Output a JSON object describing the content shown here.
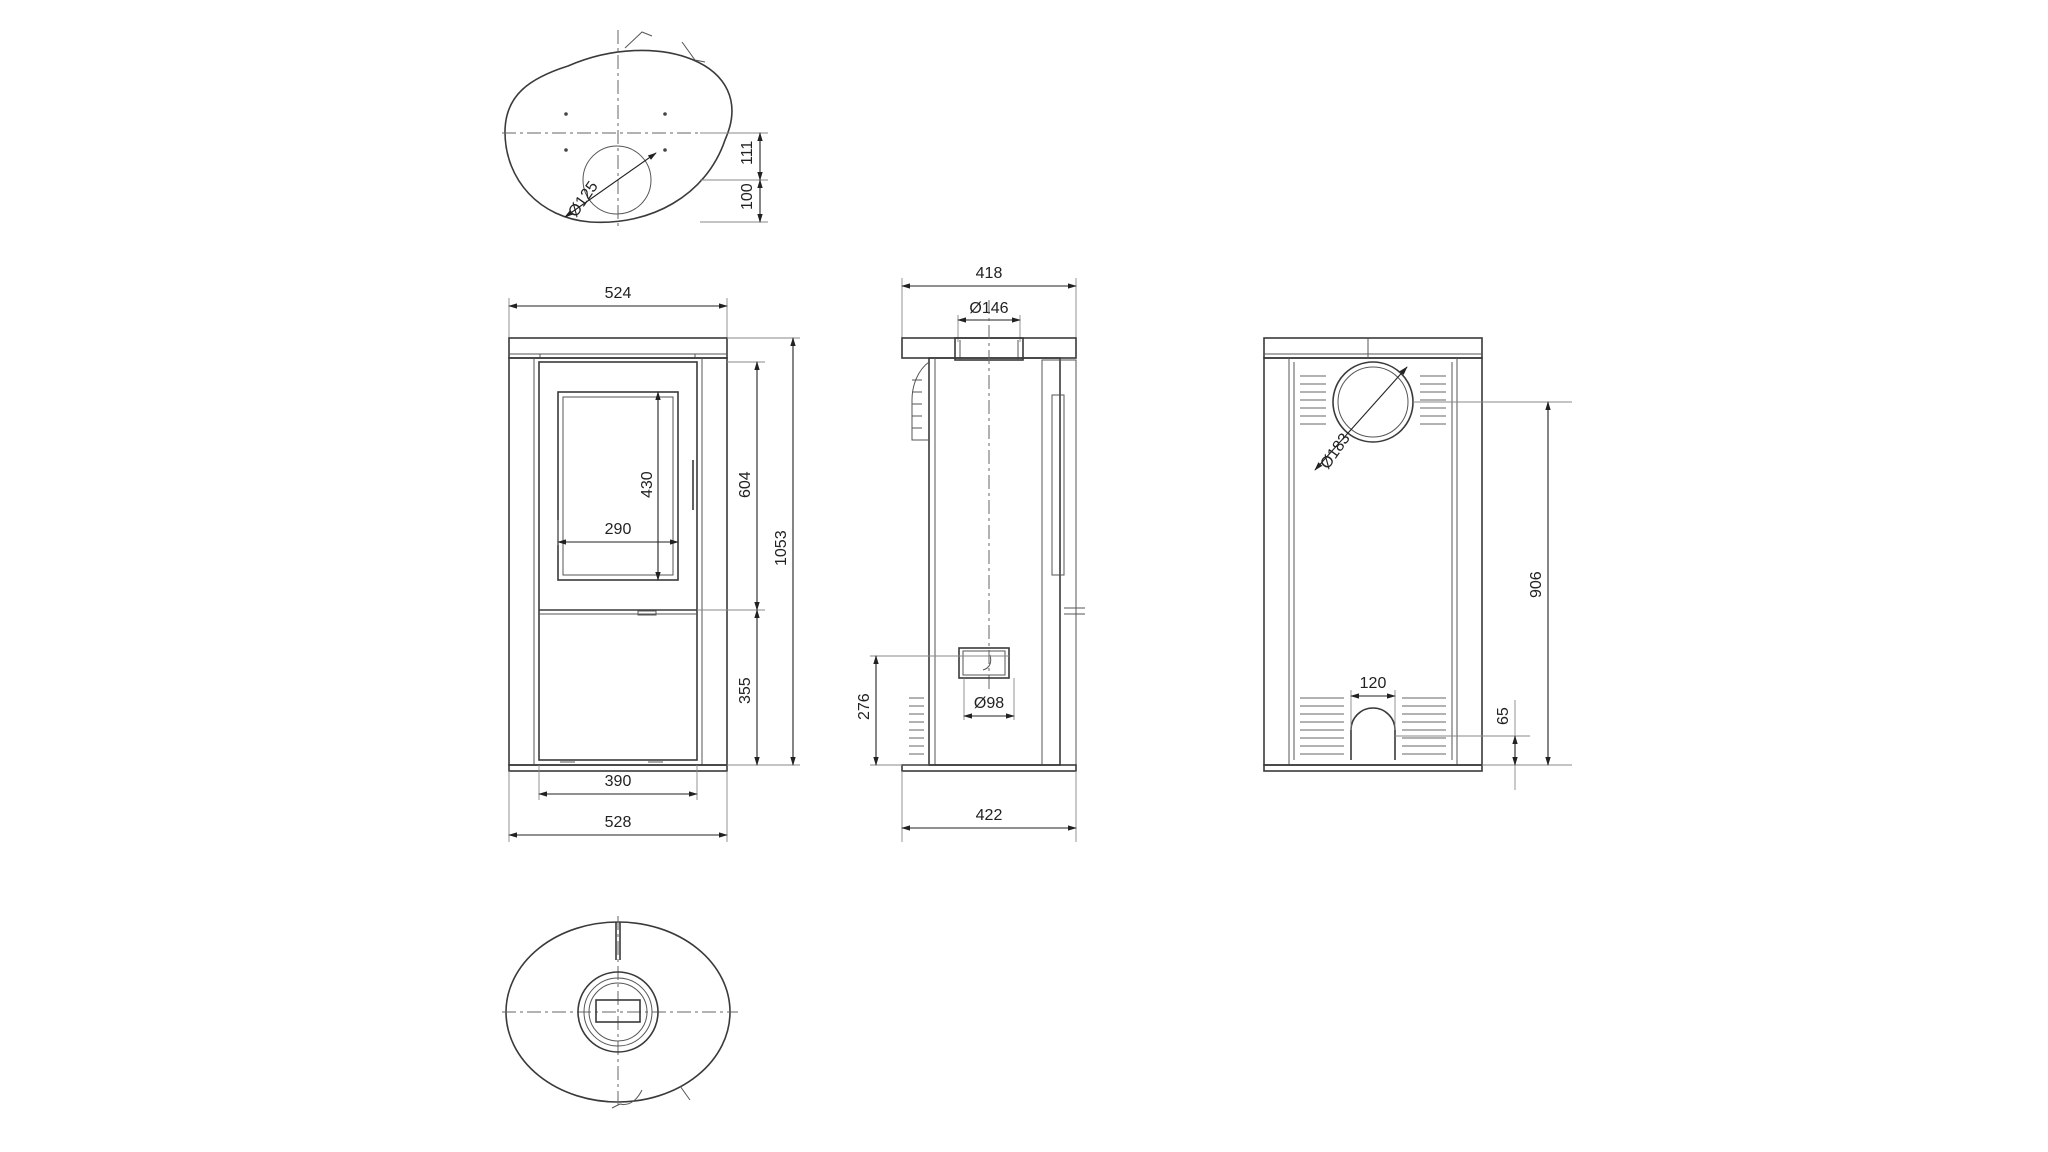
{
  "dimensions": {
    "top_depth_upper": "111",
    "top_depth_lower": "100",
    "top_flue_diameter": "Ø125",
    "front_top_width": "524",
    "front_window_height": "430",
    "front_window_width": "290",
    "front_door_upper_height": "604",
    "front_total_height": "1053",
    "front_lower_height": "355",
    "front_door_width": "390",
    "front_base_width": "528",
    "side_top_width": "418",
    "side_flue_diameter": "Ø146",
    "side_air_height": "276",
    "side_air_diameter": "Ø98",
    "side_base_width": "422",
    "back_flue_diameter": "Ø183",
    "back_flue_height": "906",
    "back_air_width": "120",
    "back_air_height": "65"
  }
}
